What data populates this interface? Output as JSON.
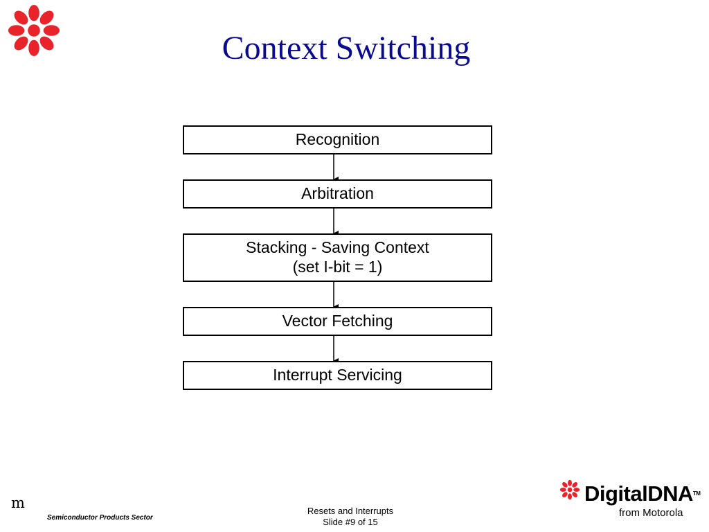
{
  "slide": {
    "title": "Context Switching"
  },
  "flow": {
    "steps": [
      {
        "lines": [
          "Recognition"
        ]
      },
      {
        "lines": [
          "Arbitration"
        ]
      },
      {
        "lines": [
          "Stacking - Saving Context",
          "(set I-bit = 1)"
        ]
      },
      {
        "lines": [
          "Vector Fetching"
        ]
      },
      {
        "lines": [
          "Interrupt Servicing"
        ]
      }
    ]
  },
  "footer": {
    "logo_letter": "m",
    "sector": "Semiconductor Products Sector",
    "topic": "Resets and Interrupts",
    "slide_number": "Slide #9 of 15",
    "brand_name": "DigitalDNA",
    "brand_tm": "TM",
    "brand_sub": "from Motorola"
  },
  "colors": {
    "accent_red": "#e8232a",
    "title_blue": "#0a0a8f"
  },
  "icons": {
    "top_logo": "red-flower-icon",
    "brand_logo": "digital-dna-flower-icon"
  }
}
